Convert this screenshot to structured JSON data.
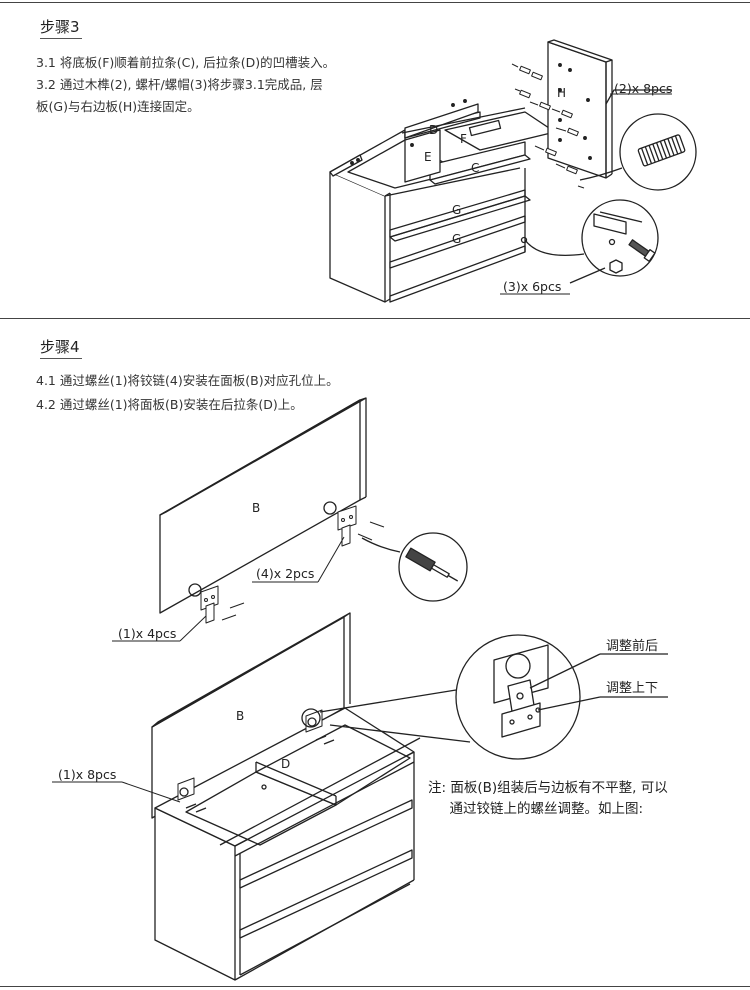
{
  "step3": {
    "title": "步骤3",
    "lines": [
      "3.1  将底板(F)顺着前拉条(C), 后拉条(D)的凹槽装入。",
      "3.2  通过木榫(2), 螺杆/螺帽(3)将步骤3.1完成品, 层",
      "       板(G)与右边板(H)连接固定。"
    ],
    "labels": {
      "H": "H",
      "D": "D",
      "F": "F",
      "E": "E",
      "C": "C",
      "G1": "G",
      "G2": "G"
    },
    "callouts": {
      "dowel": "(2)x 8pcs",
      "bolt": "(3)x 6pcs"
    }
  },
  "step4": {
    "title": "步骤4",
    "lines": [
      "4.1  通过螺丝(1)将铰链(4)安装在面板(B)对应孔位上。",
      "4.2  通过螺丝(1)将面板(B)安装在后拉条(D)上。"
    ],
    "labels": {
      "B1": "B",
      "B2": "B",
      "D": "D"
    },
    "callouts": {
      "hinge": "(4)x 2pcs",
      "screw1": "(1)x 4pcs",
      "screw2": "(1)x 8pcs"
    },
    "adjust": {
      "front_back": "调整前后",
      "up_down": "调整上下"
    },
    "note": [
      "注: 面板(B)组装后与边板有不平整, 可以",
      "     通过铰链上的螺丝调整。如上图:"
    ]
  }
}
